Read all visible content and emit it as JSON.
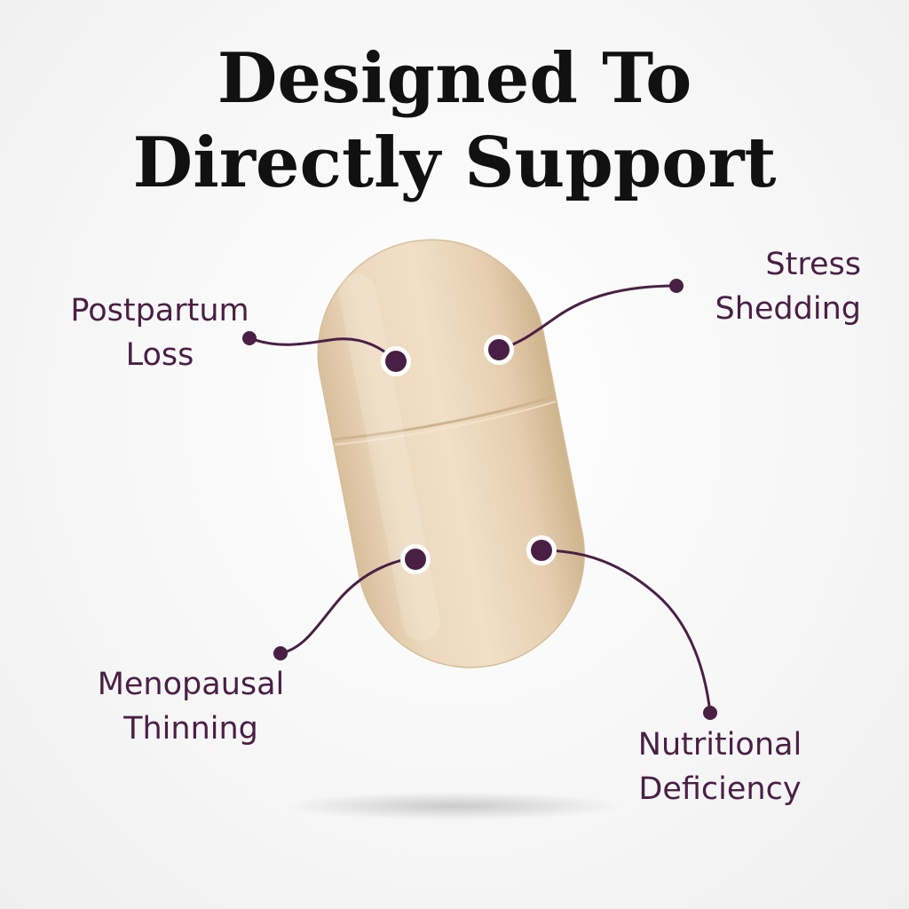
{
  "headline": {
    "line1": "Designed To",
    "line2": "Directly Support"
  },
  "callouts": {
    "postpartum": {
      "line1": "Postpartum",
      "line2": "Loss"
    },
    "stress": {
      "line1": "Stress",
      "line2": "Shedding"
    },
    "menopausal": {
      "line1": "Menopausal",
      "line2": "Thinning"
    },
    "nutritional": {
      "line1": "Nutritional",
      "line2": "Deficiency"
    }
  },
  "colors": {
    "headline": "#111111",
    "accent": "#4a1f45",
    "capsule": "#e9d4b8",
    "background": "#f7f7f7"
  }
}
